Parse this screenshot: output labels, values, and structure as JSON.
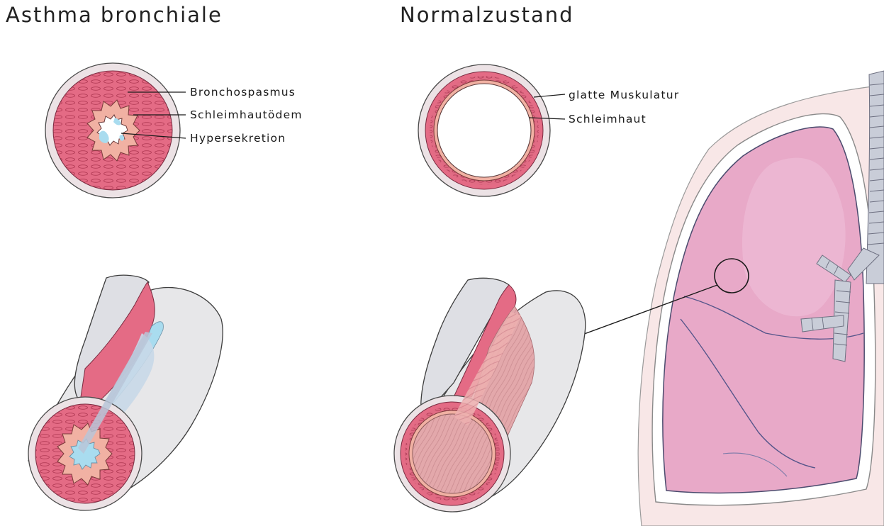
{
  "titles": {
    "asthma": "Asthma bronchiale",
    "normal": "Normalzustand"
  },
  "labels": {
    "asthma": [
      "Bronchospasmus",
      "Schleimhautödem",
      "Hypersekretion"
    ],
    "normal": [
      "glatte Muskulatur",
      "Schleimhaut"
    ]
  },
  "colors": {
    "muscle": "#e46b85",
    "mucosa": "#f2b0a6",
    "mucus": "#a9dcef",
    "outer_wall": "#e9e9e9",
    "lung": "#e9a9c9",
    "trachea": "#c9cdd8"
  }
}
